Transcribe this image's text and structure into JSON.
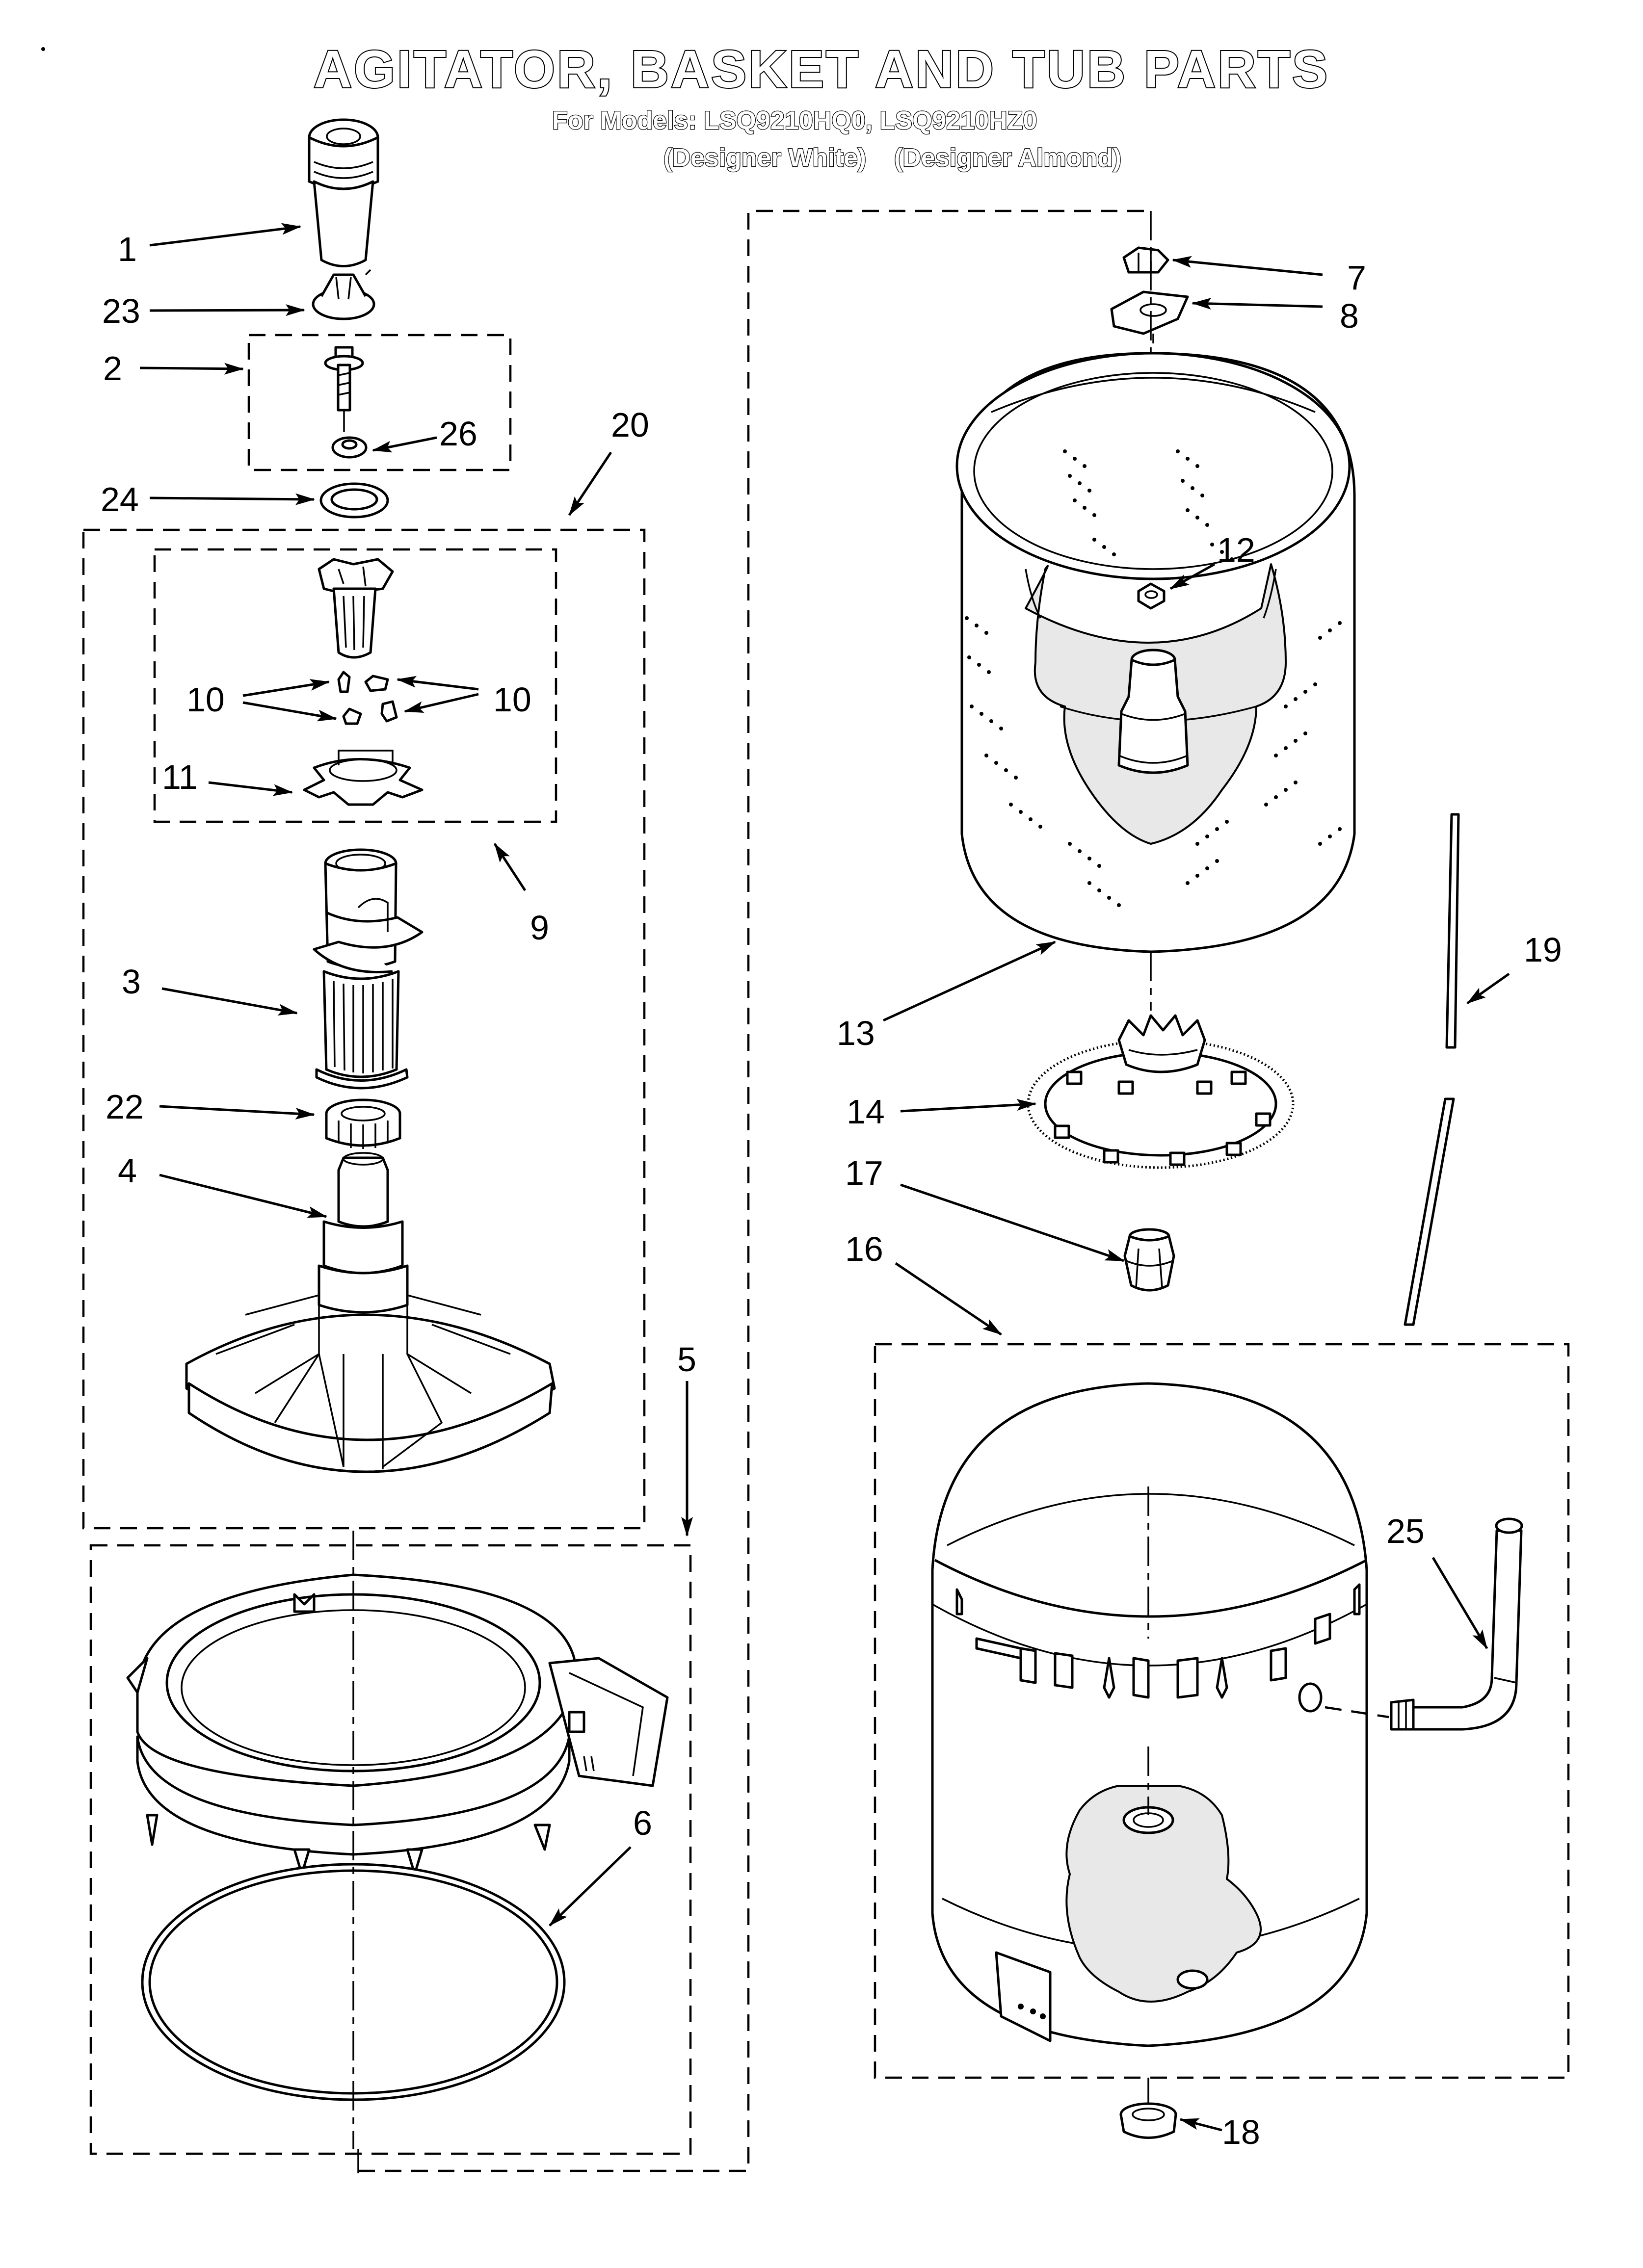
{
  "header": {
    "title": "AGITATOR, BASKET AND TUB PARTS",
    "models_line": "For Models: LSQ9210HQ0, LSQ9210HZ0",
    "variant_white": "(Designer White)",
    "variant_almond": "(Designer Almond)"
  },
  "callouts": {
    "c1": "1",
    "c23": "23",
    "c2": "2",
    "c26": "26",
    "c24": "24",
    "c20": "20",
    "c10a": "10",
    "c10b": "10",
    "c11": "11",
    "c9": "9",
    "c3": "3",
    "c22": "22",
    "c4": "4",
    "c5": "5",
    "c6": "6",
    "c7": "7",
    "c8": "8",
    "c12": "12",
    "c13": "13",
    "c19": "19",
    "c14": "14",
    "c17": "17",
    "c16": "16",
    "c25": "25",
    "c18": "18"
  }
}
